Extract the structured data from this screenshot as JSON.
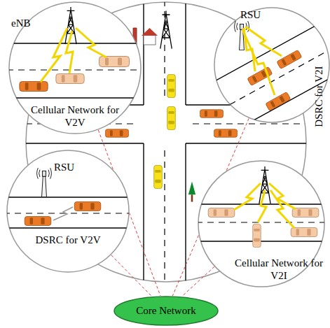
{
  "diagram": {
    "nodes": [
      {
        "text": [
          "eNB",
          "Cellular Network for V2V"
        ]
      },
      {
        "text": [
          "RSU",
          "DSRC for V2I"
        ]
      },
      {
        "text": [
          "RSU",
          "DSRC for V2V"
        ]
      },
      {
        "text": [
          "Cellular Network for V2I"
        ]
      },
      {
        "text": [
          "Core Network"
        ]
      }
    ],
    "edges": [
      {
        "from": 0,
        "to": 4,
        "arrow": "none"
      },
      {
        "from": 1,
        "to": 4,
        "arrow": "none"
      },
      {
        "from": 2,
        "to": 4,
        "arrow": "none"
      },
      {
        "from": 3,
        "to": 4,
        "arrow": "none"
      }
    ]
  }
}
